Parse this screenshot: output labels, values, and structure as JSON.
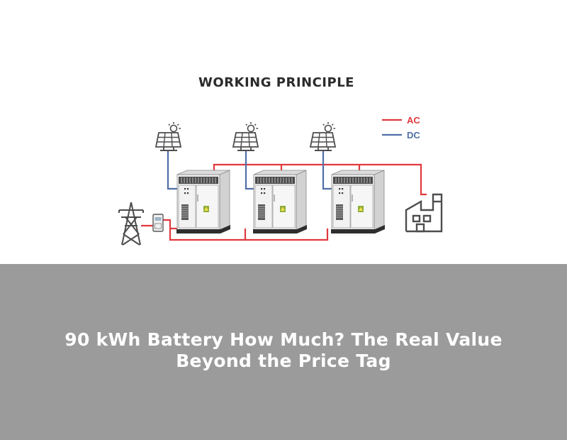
{
  "diagram": {
    "title": "WORKING PRINCIPLE",
    "legend": [
      {
        "label": "AC",
        "color": "#e0393e"
      },
      {
        "label": "DC",
        "color": "#4f6fa8"
      }
    ],
    "cabinet_badge": "",
    "colors": {
      "ac_line": "#e0393e",
      "dc_line": "#4f6fa8",
      "icon": "#4d4d4d",
      "cabinet_body": "#e6e6e6"
    },
    "icons": [
      "solar-panel-icon",
      "solar-panel-icon",
      "solar-panel-icon",
      "power-tower-icon",
      "meter-icon",
      "factory-icon"
    ]
  },
  "banner": {
    "title": "90 kWh Battery How Much? The Real Value Beyond the Price Tag",
    "background": "#9b9b9b"
  }
}
